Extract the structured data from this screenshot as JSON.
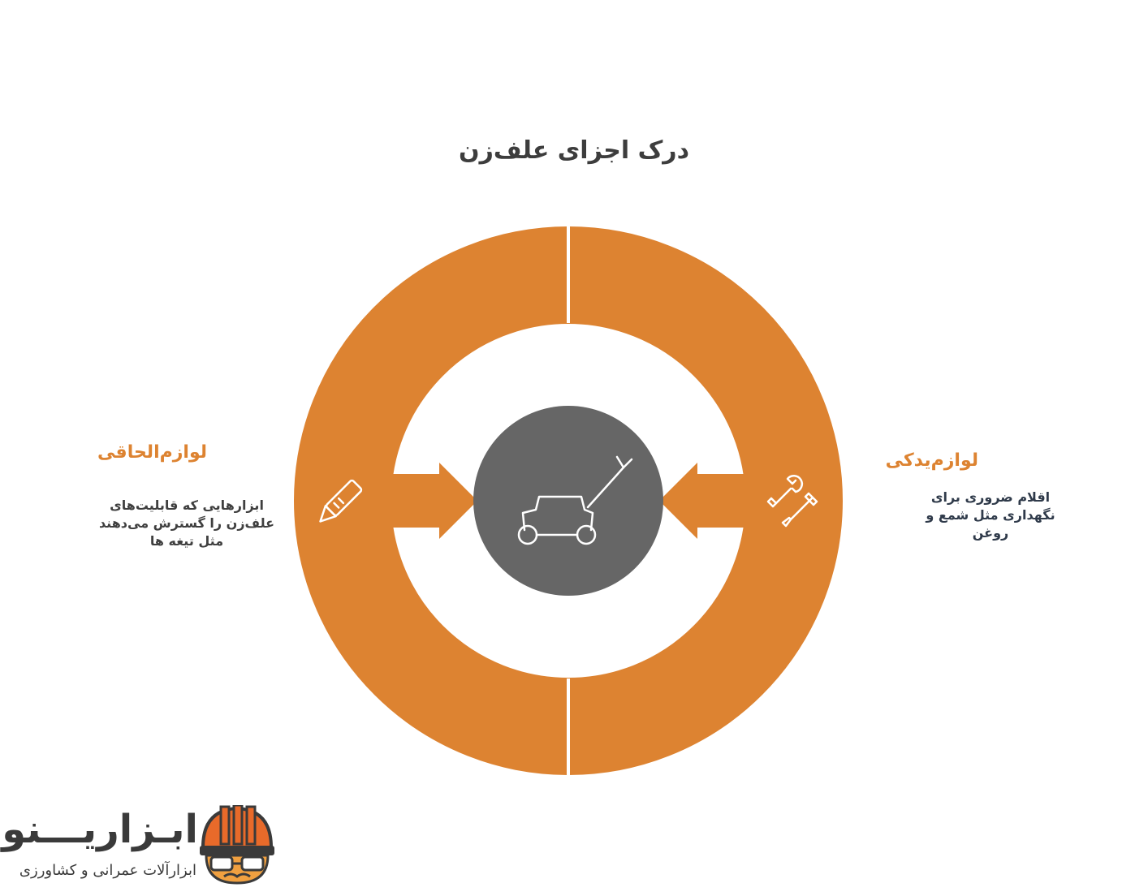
{
  "title": "درک اجزای علف‌زن",
  "colors": {
    "ring": "#dd8331",
    "center": "#666666",
    "arrow": "#dd8331",
    "heading": "#dd8331",
    "left_text": "#3f3f3f",
    "right_text": "#2f3a4a"
  },
  "center": {
    "icon": "lawn-mower-icon"
  },
  "segments": [
    {
      "side": "left",
      "icon": "utility-knife-icon",
      "heading": "لوازم‌الحاقی",
      "description": "ابزارهایی که قابلیت‌های علف‌زن را گسترش می‌دهند مثل تیغه ها"
    },
    {
      "side": "right",
      "icon": "wrench-screwdriver-icon",
      "heading": "لوازم‌یدکی",
      "description": "اقلام ضروری برای نگهداری مثل شمع و روغن"
    }
  ],
  "logo": {
    "name": "ابـزاریـــنو",
    "tagline": "ابزارآلات عمرانی و کشاورزی",
    "icon": "helmet-mascot-icon"
  }
}
